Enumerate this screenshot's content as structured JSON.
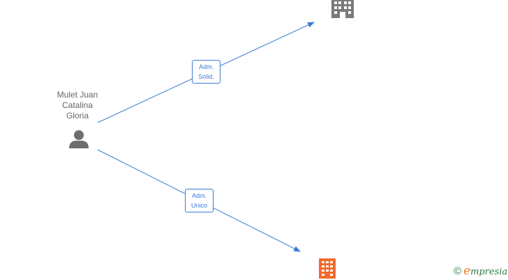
{
  "person": {
    "name_lines": [
      "Mulet Juan",
      "Catalina",
      "Gloria"
    ],
    "icon": "person-icon"
  },
  "edges": [
    {
      "label_lines": [
        "Adm.",
        "Solid."
      ],
      "color": "#3a7bd5"
    },
    {
      "label_lines": [
        "Adm.",
        "Unico"
      ],
      "color": "#3a7bd5"
    }
  ],
  "companies": [
    {
      "icon": "building-icon",
      "color": "#7a7a7a"
    },
    {
      "icon": "building-icon",
      "color": "#f26b2a"
    }
  ],
  "watermark": {
    "copyright": "©",
    "brand_initial": "e",
    "brand_rest": "mpresia"
  }
}
